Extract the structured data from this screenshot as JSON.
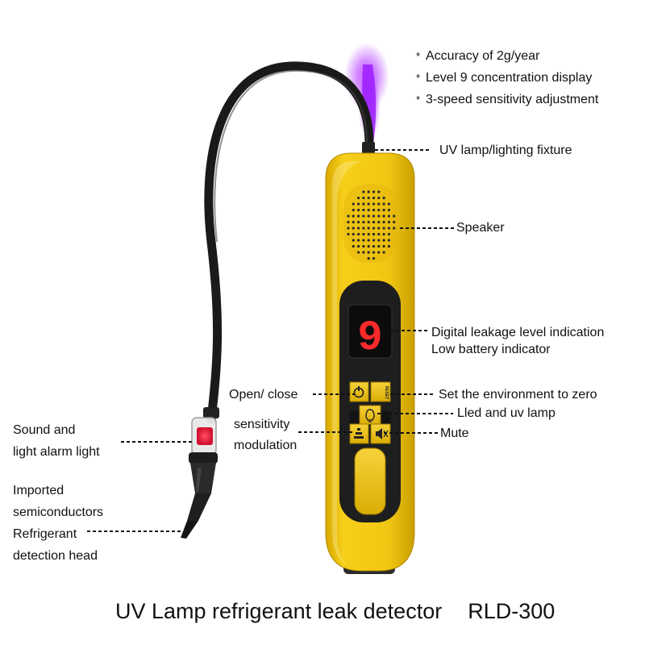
{
  "features": [
    "Accuracy of 2g/year",
    "Level 9 concentration display",
    "3-speed sensitivity adjustment"
  ],
  "labels": {
    "uv_lamp": "UV lamp/lighting fixture",
    "speaker": "Speaker",
    "digital_level": "Digital leakage level indication",
    "low_battery": "Low battery indicator",
    "open_close": "Open/ close",
    "set_zero": "Set the environment to zero",
    "led_uv": "Lled and uv lamp",
    "sensitivity_1": "sensitivity",
    "sensitivity_2": "modulation",
    "mute": "Mute",
    "alarm_1": "Sound and",
    "alarm_2": "light alarm light",
    "semi_1": "Imported",
    "semi_2": "semiconductors",
    "semi_3": "Refrigerant",
    "semi_4": "detection head"
  },
  "display": {
    "digit": "9"
  },
  "buttons": {
    "reset": "RESET"
  },
  "caption": {
    "product": "UV Lamp refrigerant leak detector",
    "model": "RLD-300"
  },
  "colors": {
    "body": "#f2c713",
    "panel": "#1e1e1e",
    "digit": "#ff2a2a",
    "uv_glow": "#b02cff"
  }
}
